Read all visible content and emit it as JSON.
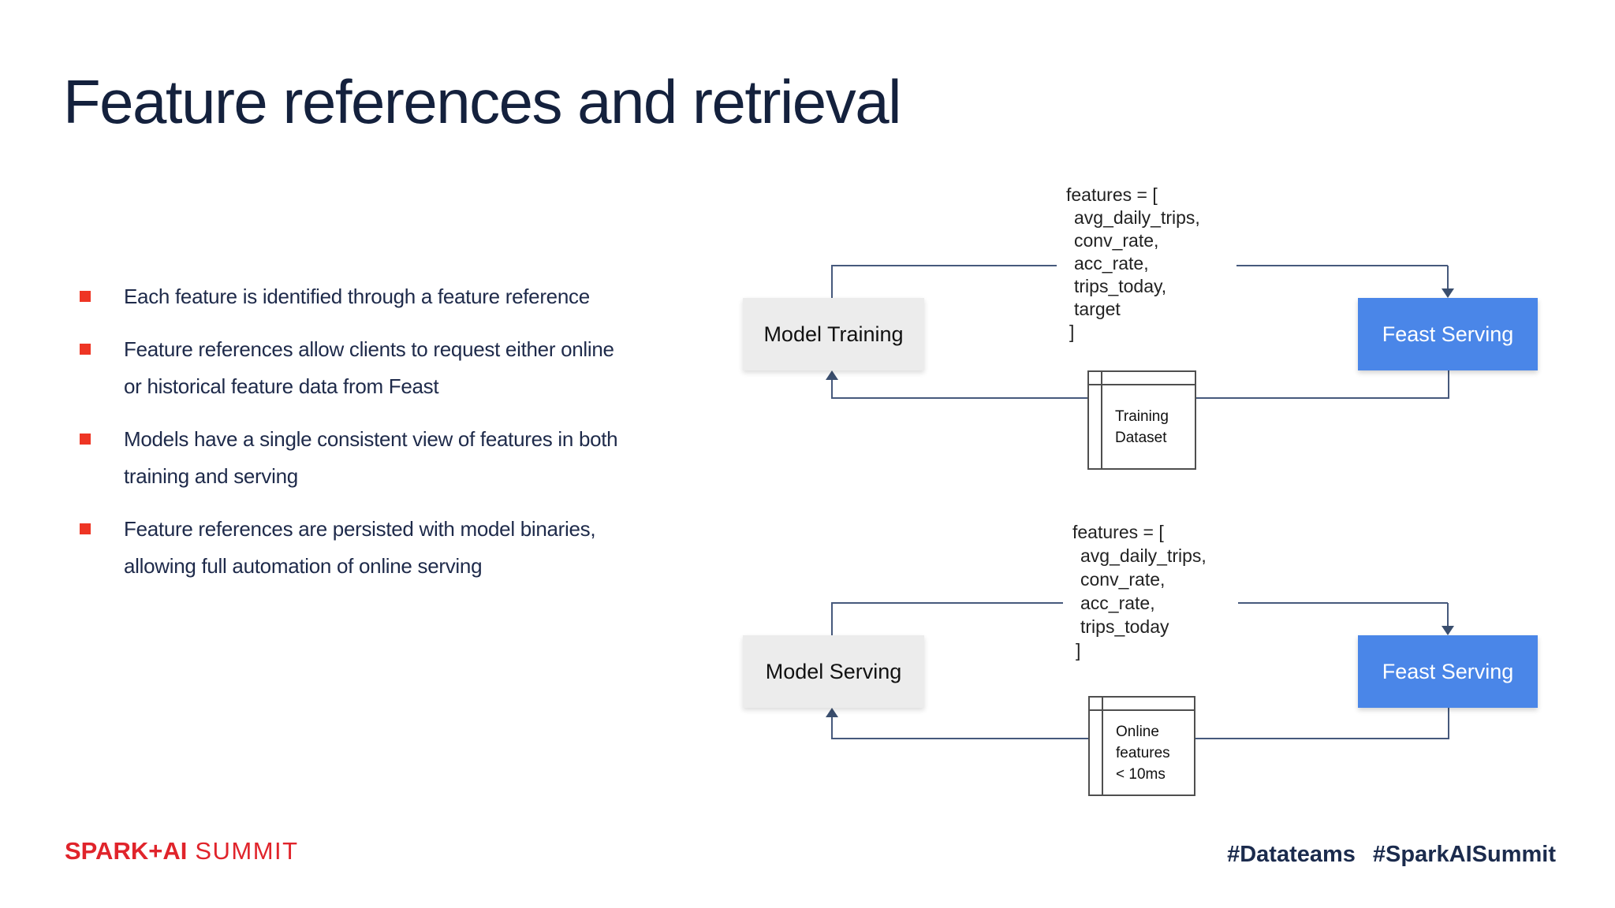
{
  "title": "Feature references and retrieval",
  "content": {
    "bullets": [
      [
        "Each feature is identified through a feature reference"
      ],
      [
        "Feature references allow clients to request either online",
        "or historical feature data from Feast"
      ],
      [
        "Models have a single consistent view of features in both",
        "training and serving"
      ],
      [
        "Feature references are persisted with model binaries,",
        "allowing full automation of online serving"
      ]
    ]
  },
  "diagram": {
    "flows": [
      {
        "client": "Model Training",
        "server": "Feast Serving",
        "code": [
          "features = [",
          "avg_daily_trips,",
          "conv_rate,",
          "acc_rate,",
          "trips_today,",
          "target",
          "]"
        ],
        "artifact": [
          "Training",
          "Dataset"
        ]
      },
      {
        "client": "Model Serving",
        "server": "Feast Serving",
        "code": [
          "features = [",
          "avg_daily_trips,",
          "conv_rate,",
          "acc_rate,",
          "trips_today",
          "]"
        ],
        "artifact": [
          "Online",
          "features",
          "< 10ms"
        ]
      }
    ]
  },
  "footer": {
    "logo_primary": "SPARK+AI",
    "logo_secondary": "SUMMIT",
    "hashtag_1": "#Datateams",
    "hashtag_2": "#SparkAISummit"
  },
  "colors": {
    "accent_red": "#ee3524",
    "logo_red": "#e0242b",
    "title_navy": "#14213d",
    "body_navy": "#1e2a4a",
    "hashtag_navy": "#1b2b4d",
    "feast_blue": "#4a86e8",
    "client_box_gray": "#ececec",
    "connector": "#46597c",
    "arrowhead": "#3a4e6e"
  }
}
